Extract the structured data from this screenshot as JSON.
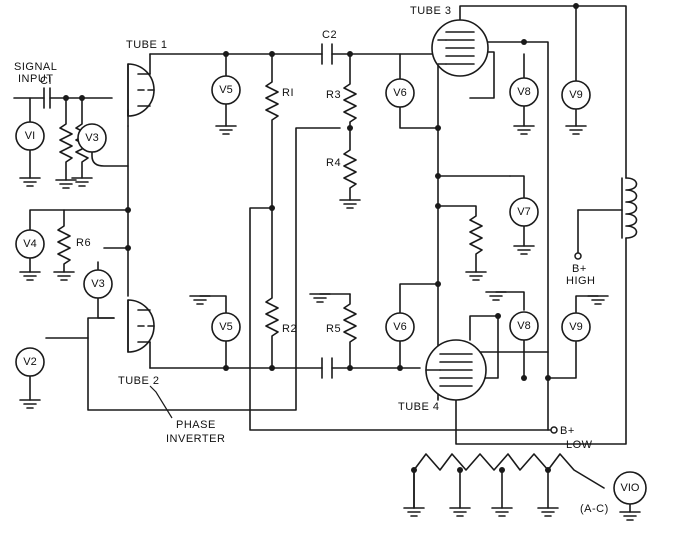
{
  "labels": {
    "signal_input_1": "SIGNAL",
    "signal_input_2": "INPUT",
    "tube1": "TUBE 1",
    "tube2": "TUBE 2",
    "tube3": "TUBE 3",
    "tube4": "TUBE 4",
    "phase_inverter_1": "PHASE",
    "phase_inverter_2": "INVERTER",
    "b_high_1": "B+",
    "b_high_2": "HIGH",
    "b_low_1": "B+",
    "b_low_2": "LOW",
    "ac_note": "(A-C)"
  },
  "components": {
    "c1": "CI",
    "c2": "C2",
    "r1": "RI",
    "r2": "R2",
    "r3": "R3",
    "r4": "R4",
    "r5": "R5",
    "r6": "R6"
  },
  "meters": {
    "v1": "VI",
    "v2": "V2",
    "v3a": "V3",
    "v3b": "V3",
    "v4": "V4",
    "v5a": "V5",
    "v5b": "V5",
    "v6a": "V6",
    "v6b": "V6",
    "v7": "V7",
    "v8a": "V8",
    "v8b": "V8",
    "v9a": "V9",
    "v9b": "V9",
    "v10": "VIO"
  }
}
